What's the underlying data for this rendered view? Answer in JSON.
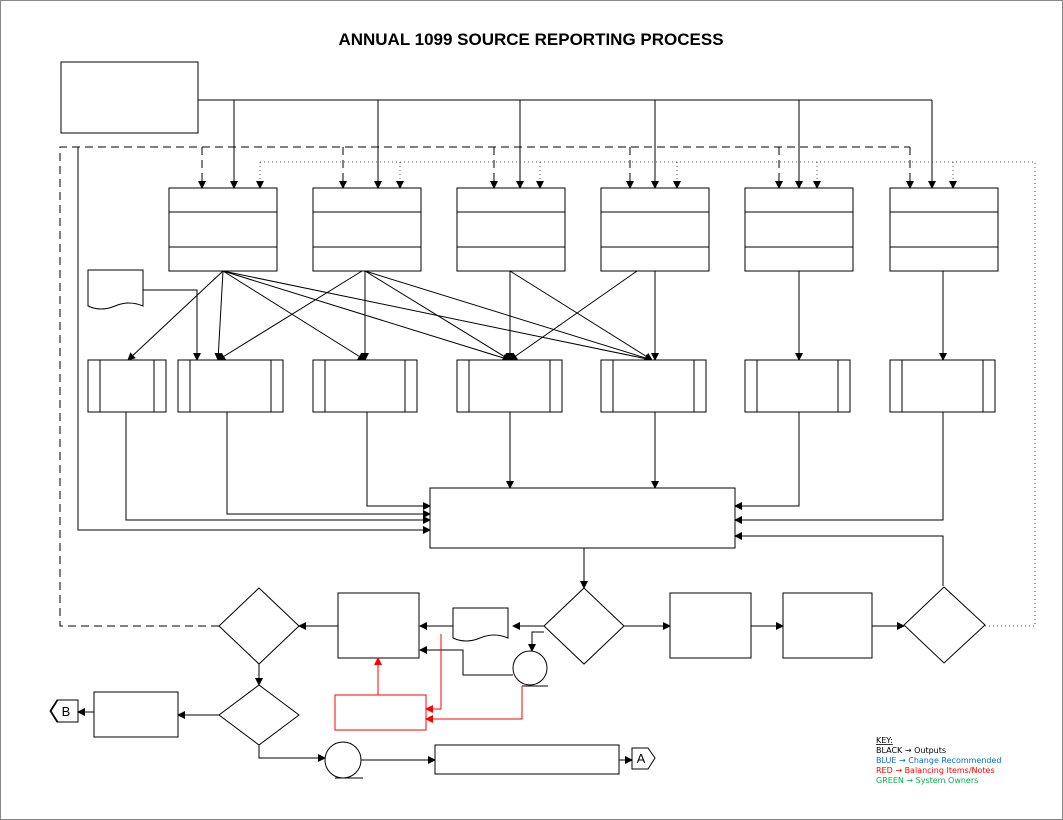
{
  "title": "ANNUAL 1099 SOURCE REPORTING PROCESS",
  "connectors": {
    "a": "A",
    "b": "B"
  },
  "key": {
    "heading": "KEY:",
    "items": [
      {
        "label": "BLACK → Outputs",
        "color": "#000000"
      },
      {
        "label": "BLUE   → Change Recommended",
        "color": "#0070c0"
      },
      {
        "label": "RED     → Balancing Items/Notes",
        "color": "#ff0000"
      },
      {
        "label": "GREEN → System Owners",
        "color": "#00b050"
      }
    ]
  }
}
